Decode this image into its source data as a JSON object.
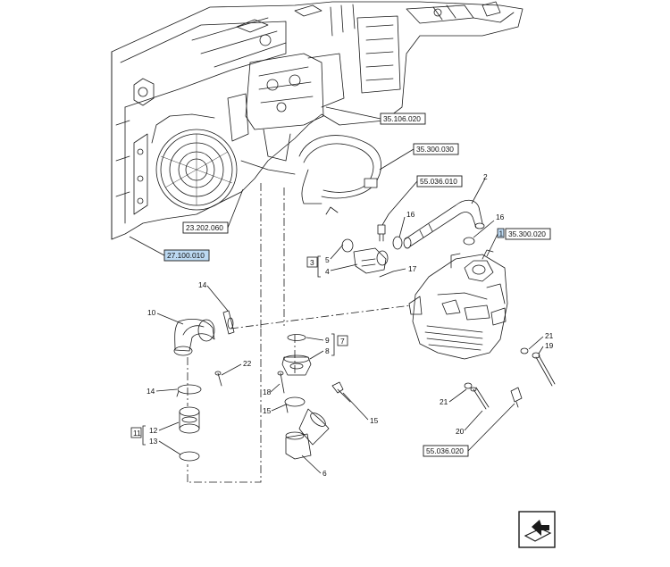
{
  "references": {
    "r35106020": "35.106.020",
    "r35300030": "35.300.030",
    "r55036010": "55.036.010",
    "r23202060": "23.202.060",
    "r27100010": "27.100.010",
    "r35300020": "35.300.020",
    "r55036020": "55.036.020"
  },
  "callouts": {
    "n2": "2",
    "n16a": "16",
    "n16b": "16",
    "n3": "3",
    "n5": "5",
    "n4": "4",
    "n17": "17",
    "n14a": "14",
    "n10": "10",
    "n9": "9",
    "n7": "7",
    "n8": "8",
    "n22": "22",
    "n14b": "14",
    "n18": "18",
    "n15a": "15",
    "n15b": "15",
    "n11": "11",
    "n12": "12",
    "n13": "13",
    "n6": "6",
    "n21a": "21",
    "n19": "19",
    "n21b": "21",
    "n20": "20",
    "n1": "1"
  },
  "colors": {
    "highlight": "#bcd9f2",
    "line": "#1a1a1a"
  },
  "icons": {
    "navigation": "return-arrow-icon"
  }
}
